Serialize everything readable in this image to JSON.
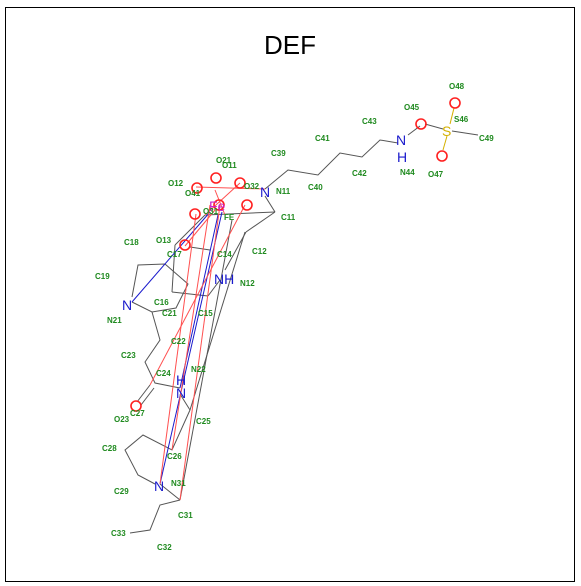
{
  "title": "DEF",
  "atom_labels": {
    "C11": "C11",
    "C12": "C12",
    "O12": "O12",
    "O13": "O13",
    "C14": "C14",
    "C15": "C15",
    "C16": "C16",
    "C17": "C17",
    "C18": "C18",
    "C19": "C19",
    "N21": "N21",
    "C21": "C21",
    "C22": "C22",
    "N22": "N22",
    "C23": "C23",
    "C24": "C24",
    "O23": "O23",
    "C27": "C27",
    "C25": "C25",
    "C26": "C26",
    "C28": "C28",
    "C29": "C29",
    "N31": "N31",
    "C31": "C31",
    "C32": "C32",
    "C33": "C33",
    "O11": "O11",
    "O21": "O21",
    "O32": "O32",
    "O31": "O31",
    "O41": "O41",
    "N11": "N11",
    "N12": "N12",
    "C39": "C39",
    "C40": "C40",
    "C41": "C41",
    "C42": "C42",
    "C43": "C43",
    "N44": "N44",
    "O45": "O45",
    "S46": "S46",
    "O47": "O47",
    "O48": "O48",
    "C49": "C49",
    "FE": "FE"
  },
  "atom_symbols": {
    "N": "N",
    "NH": "NH",
    "H": "H",
    "S": "S",
    "Fe": "Fe"
  },
  "colors": {
    "carbon_bond": "#555555",
    "nitrogen": "#1a1acc",
    "oxygen": "#ff2020",
    "sulfur": "#d4b000",
    "iron": "#cc22cc",
    "label": "#1f8a1f"
  }
}
